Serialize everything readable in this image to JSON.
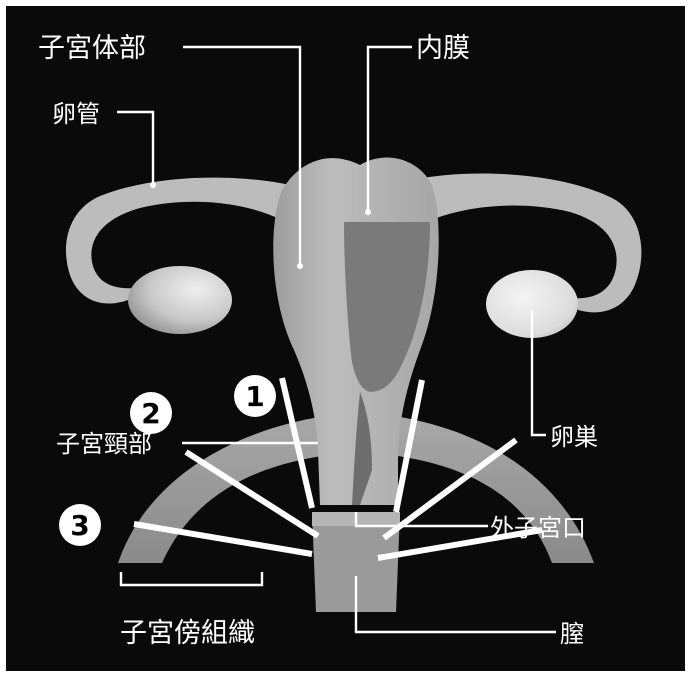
{
  "labels": {
    "uterine_body": "子宮体部",
    "endometrium": "内膜",
    "fallopian_tube": "卵管",
    "ovary": "卵巣",
    "cervix": "子宮頸部",
    "external_os": "外子宮口",
    "vagina": "膣",
    "parametrium": "子宮傍組織"
  },
  "markers": {
    "one": "1",
    "two": "2",
    "three": "3"
  },
  "colors": {
    "background": "#0a0a0a",
    "frame": "#ffffff",
    "tissue": "#b9b9b9",
    "tissue_dark": "#8e8e8e",
    "tissue_light": "#d8d8d8",
    "annotation": "#ffffff"
  }
}
